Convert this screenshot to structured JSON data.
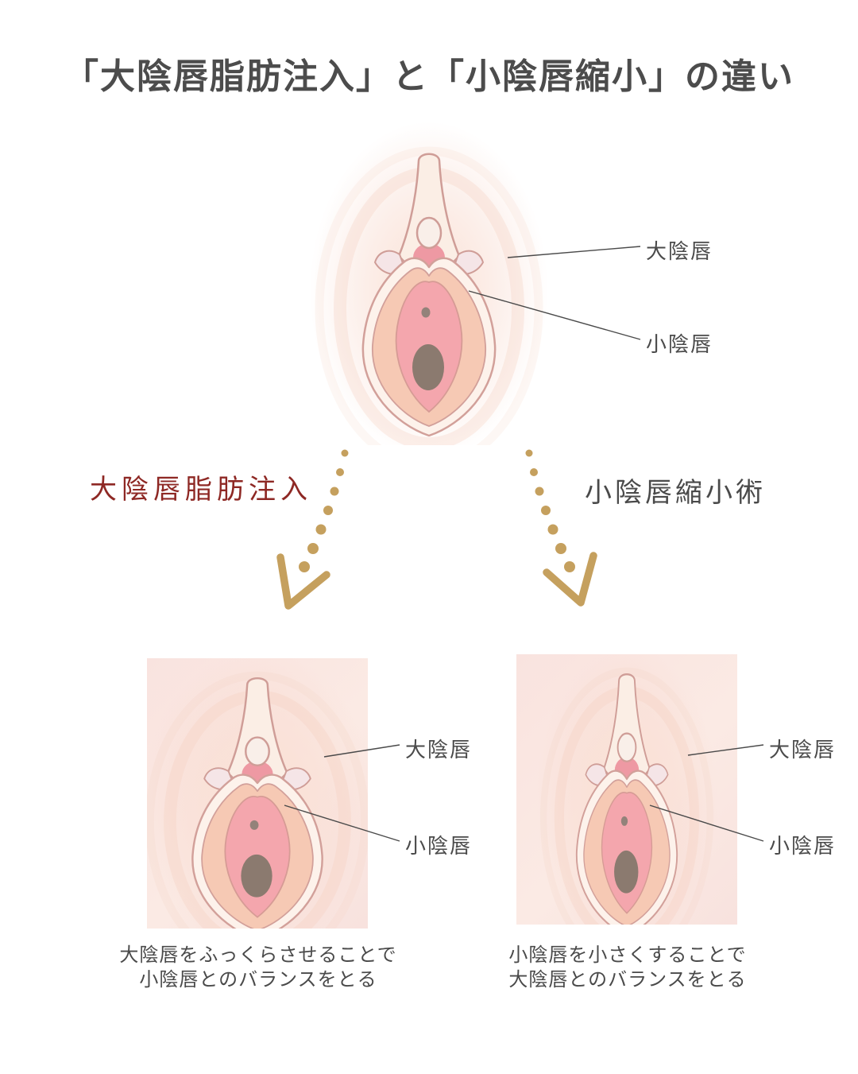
{
  "title": "「大陰唇脂肪注入」と「小陰唇縮小」の違い",
  "center_figure": {
    "label_majora": "大陰唇",
    "label_minora": "小陰唇"
  },
  "left_branch": {
    "title": "大陰唇脂肪注入",
    "label_majora": "大陰唇",
    "label_minora": "小陰唇",
    "caption_line1": "大陰唇をふっくらさせることで",
    "caption_line2": "小陰唇とのバランスをとる"
  },
  "right_branch": {
    "title": "小陰唇縮小術",
    "label_majora": "大陰唇",
    "label_minora": "小陰唇",
    "caption_line1": "小陰唇を小さくすることで",
    "caption_line2": "大陰唇とのバランスをとる"
  },
  "colors": {
    "title_text": "#4c4c4c",
    "label_text": "#4a4a4a",
    "left_branch_title": "#8e2824",
    "arrow_gold": "#c5a05e",
    "leader_line": "#4a4a4a",
    "figure_box_background": "#f9e3df",
    "skin_peach": "#f6c9b4",
    "labia_pink": "#f4a6ad",
    "outline_rose": "#cf9d97",
    "opening_brown": "#8b7a6f"
  },
  "icons": {
    "left_arrow": "dotted-curved-down-arrow",
    "right_arrow": "dotted-curved-down-arrow"
  }
}
